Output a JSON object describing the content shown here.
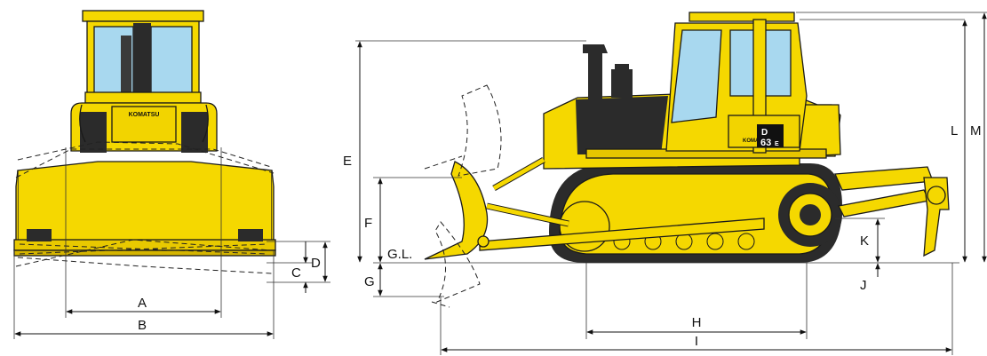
{
  "colors": {
    "machine_yellow": "#f5d800",
    "machine_shadow": "#c9a800",
    "dark_metal": "#2b2b2b",
    "glass": "#a8d8ef",
    "line": "#111111"
  },
  "front_view": {
    "logo_text": "KOMATSU",
    "dims": {
      "A": "A",
      "B": "B",
      "C": "C",
      "D": "D"
    }
  },
  "side_view": {
    "logo_text": "KOMATSU",
    "model_top": "D",
    "model_num": "63",
    "model_suffix": "E",
    "ground_label": "G.L.",
    "dims": {
      "E": "E",
      "F": "F",
      "G": "G",
      "H": "H",
      "I": "I",
      "J": "J",
      "K": "K",
      "L": "L",
      "M": "M"
    }
  }
}
